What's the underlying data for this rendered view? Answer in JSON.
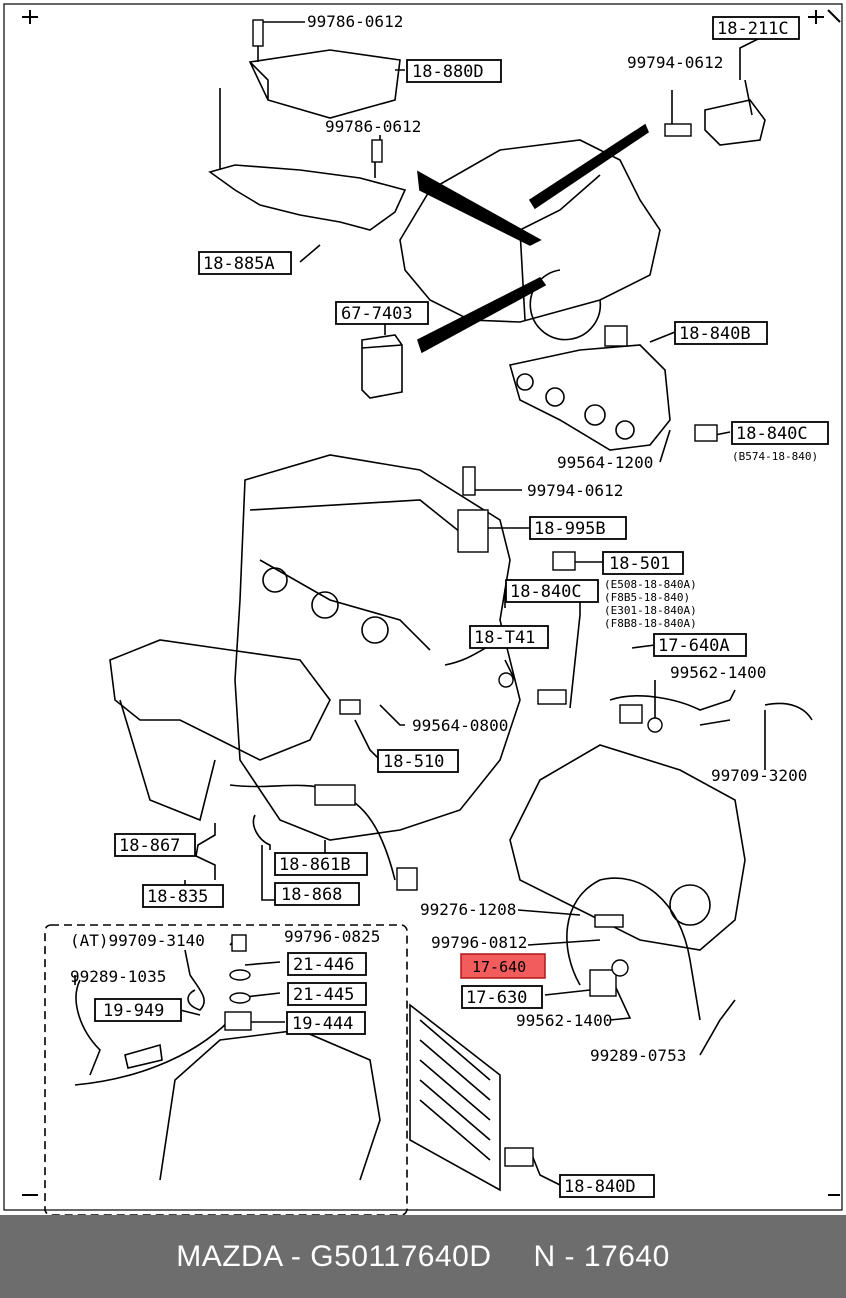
{
  "labels": {
    "l_99786_0612_a": "99786-0612",
    "l_18_880D": "18-880D",
    "l_18_211C": "18-211C",
    "l_99794_0612_a": "99794-0612",
    "l_99786_0612_b": "99786-0612",
    "l_18_885A": "18-885A",
    "l_67_7403": "67-7403",
    "l_18_840B": "18-840B",
    "l_18_840C_a": "18-840C",
    "l_b574": "(B574-18-840)",
    "l_99564_1200": "99564-1200",
    "l_99794_0612_b": "99794-0612",
    "l_18_995B": "18-995B",
    "l_18_501": "18-501",
    "l_18_840C_b": "18-840C",
    "l_e508": "(E508-18-840A)",
    "l_f8b5": "(F8B5-18-840)",
    "l_e301": "(E301-18-840A)",
    "l_f8b8": "(F8B8-18-840A)",
    "l_18_T41": "18-T41",
    "l_17_640A": "17-640A",
    "l_99562_1400_a": "99562-1400",
    "l_99564_0800": "99564-0800",
    "l_99709_3200": "99709-3200",
    "l_18_510": "18-510",
    "l_18_867": "18-867",
    "l_18_861B": "18-861B",
    "l_18_868": "18-868",
    "l_18_835": "18-835",
    "l_99276_1208": "99276-1208",
    "l_at_99709_3140": "(AT)99709-3140",
    "l_99796_0825": "99796-0825",
    "l_99796_0812": "99796-0812",
    "l_21_446": "21-446",
    "l_17_640": "17-640",
    "l_99289_1035": "99289-1035",
    "l_21_445": "21-445",
    "l_19_949": "19-949",
    "l_17_630": "17-630",
    "l_19_444": "19-444",
    "l_99562_1400_b": "99562-1400",
    "l_99289_0753": "99289-0753",
    "l_18_840D": "18-840D"
  },
  "colors": {
    "highlight_fill": "#f25c5c",
    "footer_bg": "#6d6d6d",
    "footer_text": "#ffffff"
  },
  "footer": {
    "brand_part": "MAZDA - G50117640D",
    "short_code": "N - 17640"
  }
}
